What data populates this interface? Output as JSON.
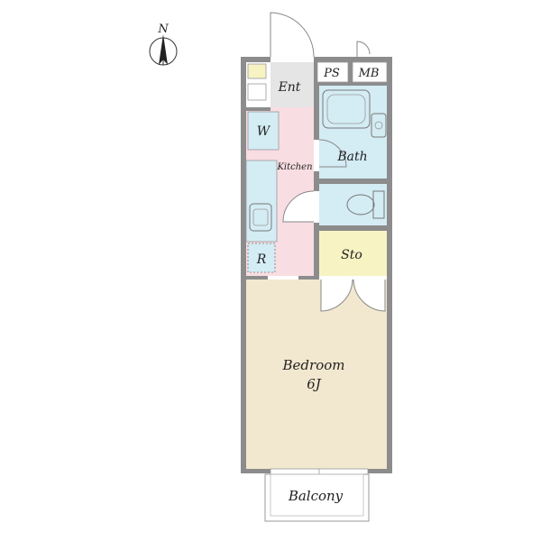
{
  "compass": {
    "label": "N",
    "icon": "north-arrow-icon"
  },
  "rooms": {
    "entrance": "Ent",
    "pipe_space": "PS",
    "meter_box": "MB",
    "washer": "W",
    "kitchen": "Kitchen",
    "bath": "Bath",
    "storage": "Sto",
    "refrigerator": "R",
    "bedroom": "Bedroom",
    "bedroom_size": "6J",
    "balcony": "Balcony"
  },
  "colors": {
    "wall": "#8c8c8c",
    "kitchen": "#f8dde3",
    "wet_area": "#d4ecf4",
    "storage": "#f7f3c3",
    "bedroom": "#f2e8cf",
    "entrance": "#e5e5e5"
  }
}
